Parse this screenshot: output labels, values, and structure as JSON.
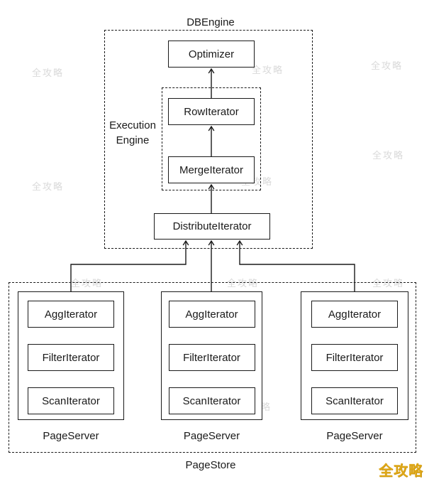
{
  "diagram": {
    "db_engine": {
      "label": "DBEngine",
      "optimizer": "Optimizer",
      "execution_engine": {
        "label_line1": "Execution",
        "label_line2": "Engine",
        "row_iterator": "RowIterator",
        "merge_iterator": "MergeIterator"
      },
      "distribute_iterator": "DistributeIterator"
    },
    "page_store": {
      "label": "PageStore",
      "servers": [
        {
          "label": "PageServer",
          "agg_iterator": "AggIterator",
          "filter_iterator": "FilterIterator",
          "scan_iterator": "ScanIterator"
        },
        {
          "label": "PageServer",
          "agg_iterator": "AggIterator",
          "filter_iterator": "FilterIterator",
          "scan_iterator": "ScanIterator"
        },
        {
          "label": "PageServer",
          "agg_iterator": "AggIterator",
          "filter_iterator": "FilterIterator",
          "scan_iterator": "ScanIterator"
        }
      ]
    }
  },
  "watermark": {
    "gold_text": "全攻略",
    "faint_text": "全攻略"
  },
  "colors": {
    "line": "#1a1a1a",
    "background": "#ffffff",
    "watermark_gold": "#dfa818",
    "watermark_faint": "#d9d9d9"
  }
}
